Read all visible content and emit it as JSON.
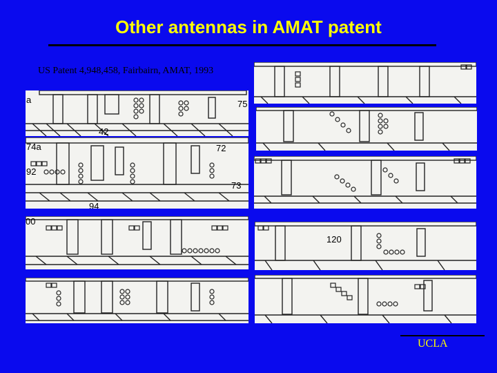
{
  "slide": {
    "title": "Other antennas in AMAT patent",
    "subtitle": "US Patent 4,948,458, Fairbairn, AMAT, 1993",
    "footer": "UCLA"
  },
  "figures": {
    "left": [
      {
        "labels": [
          "a",
          "75",
          "42"
        ]
      },
      {
        "labels": [
          "74a",
          "72",
          "92",
          "73",
          "94"
        ]
      },
      {
        "labels": [
          "00"
        ]
      },
      {
        "labels": []
      }
    ],
    "right": [
      {
        "labels": []
      },
      {
        "labels": []
      },
      {
        "labels": []
      },
      {
        "labels": [
          "120"
        ]
      },
      {
        "labels": []
      }
    ]
  }
}
